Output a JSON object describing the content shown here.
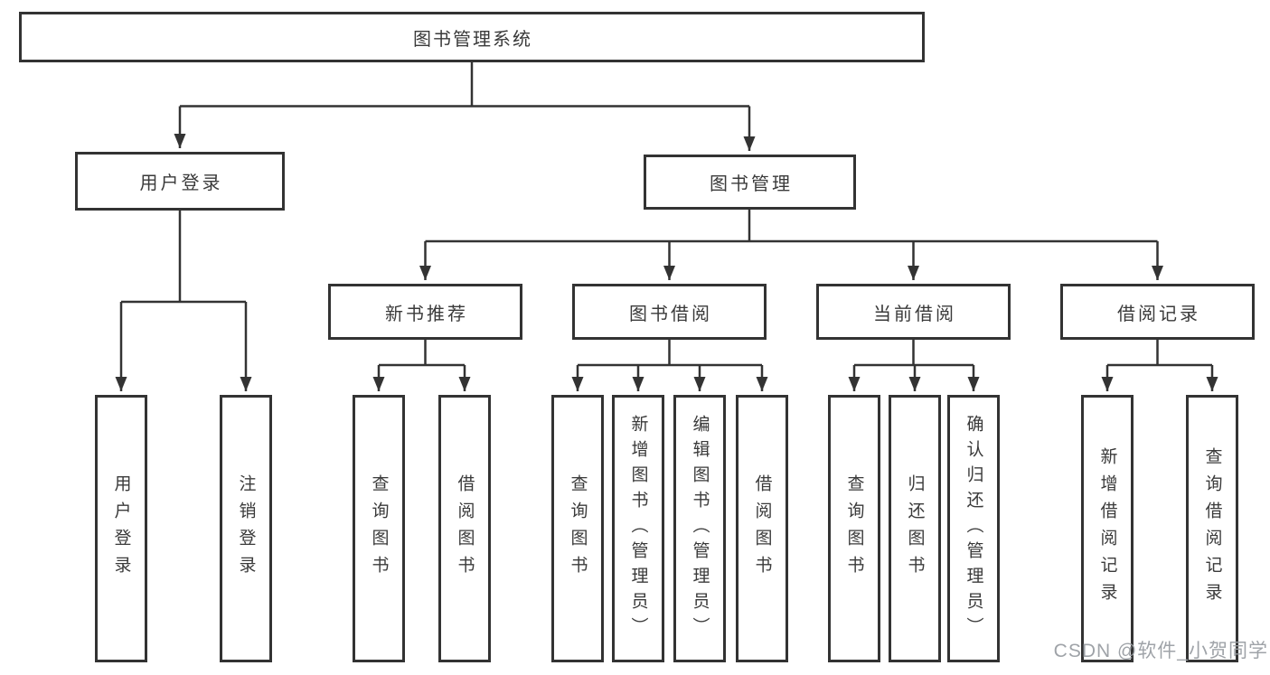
{
  "root": {
    "label": "图书管理系统"
  },
  "branches": [
    {
      "label": "用户登录",
      "leaves": [
        {
          "label": "用户登录"
        },
        {
          "label": "注销登录"
        }
      ]
    },
    {
      "label": "图书管理",
      "groups": [
        {
          "label": "新书推荐",
          "leaves": [
            {
              "label": "查询图书"
            },
            {
              "label": "借阅图书"
            }
          ]
        },
        {
          "label": "图书借阅",
          "leaves": [
            {
              "label": "查询图书"
            },
            {
              "label": "新增图书（管理员）"
            },
            {
              "label": "编辑图书（管理员）"
            },
            {
              "label": "借阅图书"
            }
          ]
        },
        {
          "label": "当前借阅",
          "leaves": [
            {
              "label": "查询图书"
            },
            {
              "label": "归还图书"
            },
            {
              "label": "确认归还（管理员）"
            }
          ]
        },
        {
          "label": "借阅记录",
          "leaves": [
            {
              "label": "新增借阅记录"
            },
            {
              "label": "查询借阅记录"
            }
          ]
        }
      ]
    }
  ],
  "watermark": {
    "text": "CSDN @软件_小贺同学",
    "color": "#9a9ea3"
  },
  "colors": {
    "line": "#333333",
    "box_border": "#333333",
    "text": "#3a3a3a",
    "background": "#ffffff"
  }
}
